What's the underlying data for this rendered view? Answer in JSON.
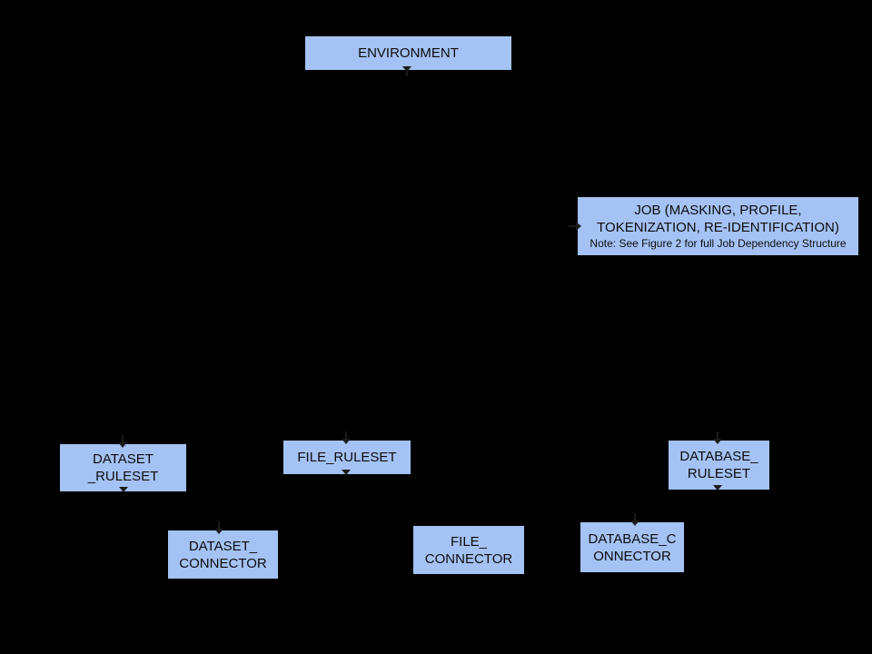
{
  "colors": {
    "background": "#000000",
    "node_fill": "#a4c2f4",
    "text": "#0d0d0d",
    "line": "#1c1c1c"
  },
  "nodes": {
    "environment": {
      "lines": [
        "ENVIRONMENT"
      ]
    },
    "job": {
      "lines": [
        "JOB (MASKING, PROFILE,",
        "TOKENIZATION, RE-IDENTIFICATION)"
      ],
      "note": "Note: See Figure 2 for full Job Dependency Structure"
    },
    "dataset_ruleset": {
      "lines": [
        "DATASET",
        "_RULESET"
      ]
    },
    "file_ruleset": {
      "lines": [
        "FILE_RULESET"
      ]
    },
    "database_ruleset": {
      "lines": [
        "DATABASE_",
        "RULESET"
      ]
    },
    "dataset_connector": {
      "lines": [
        "DATASET_",
        "CONNECTOR"
      ]
    },
    "file_connector": {
      "lines": [
        "FILE_",
        "CONNECTOR"
      ]
    },
    "database_connector": {
      "lines": [
        "DATABASE_C",
        "ONNECTOR"
      ]
    }
  }
}
